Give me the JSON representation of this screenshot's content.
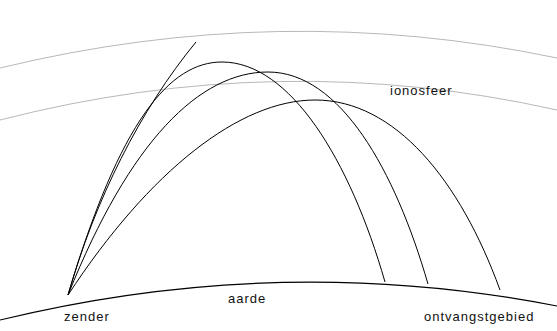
{
  "diagram": {
    "labels": [
      "ionosfeer",
      "aarde",
      "zender",
      "ontvangstgebied"
    ]
  }
}
